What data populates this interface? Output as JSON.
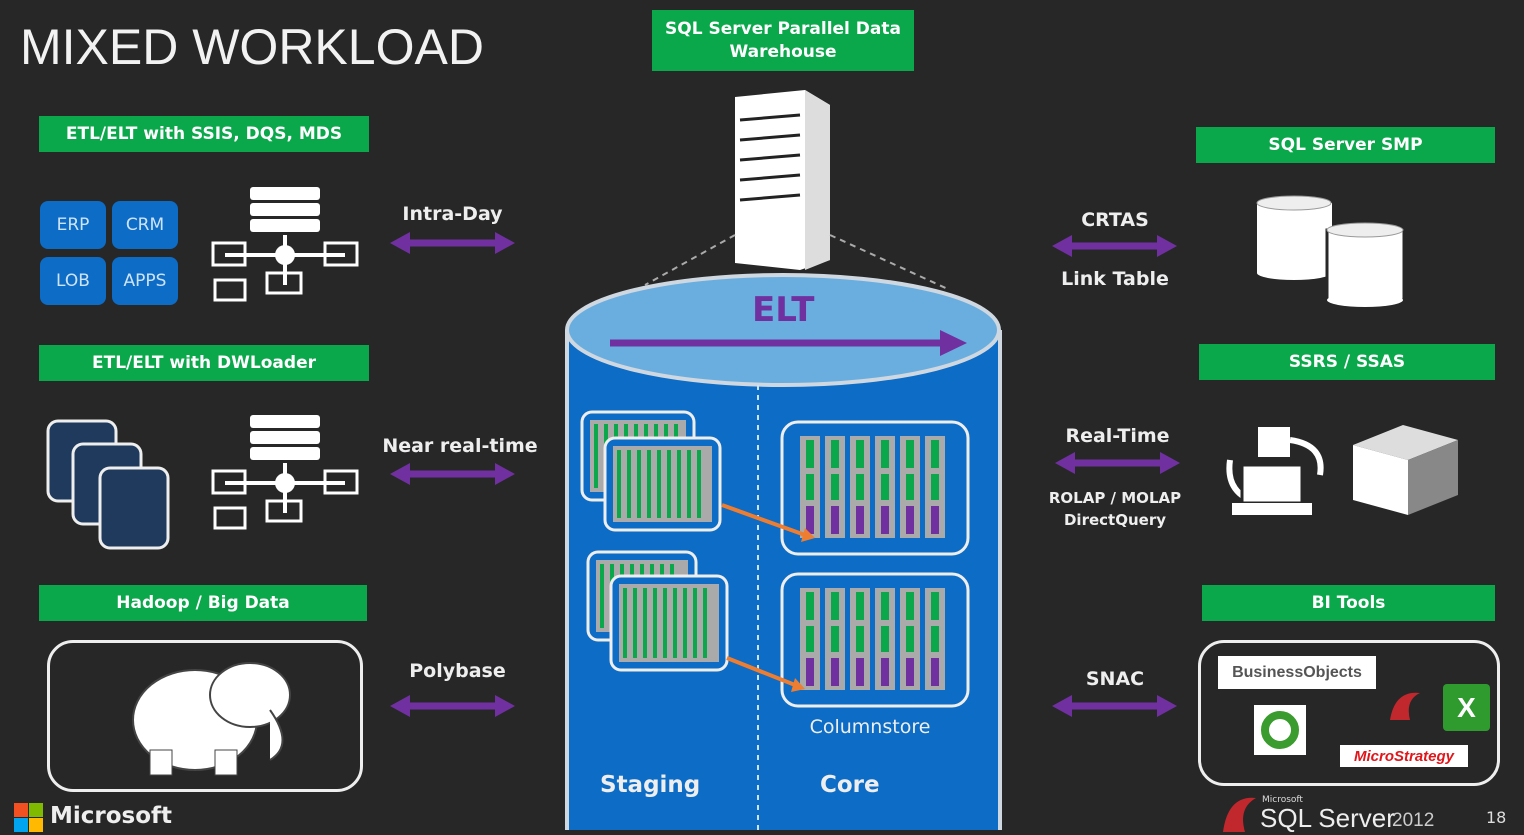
{
  "title": "MIXED WORKLOAD",
  "center": {
    "header": "SQL Server Parallel Data Warehouse",
    "elt": "ELT",
    "staging": "Staging",
    "core": "Core",
    "columnstore": "Columnstore"
  },
  "left": [
    {
      "header": "ETL/ELT with SSIS, DQS, MDS",
      "arrow": "Intra-Day",
      "sources": [
        "ERP",
        "CRM",
        "LOB",
        "APPS"
      ]
    },
    {
      "header": "ETL/ELT with DWLoader",
      "arrow": "Near real-time"
    },
    {
      "header": "Hadoop / Big Data",
      "arrow": "Polybase"
    }
  ],
  "right": [
    {
      "header": "SQL Server SMP",
      "arrow": "CRTAS",
      "sub": "Link Table"
    },
    {
      "header": "SSRS / SSAS",
      "arrow": "Real-Time",
      "sub1": "ROLAP / MOLAP",
      "sub2": "DirectQuery"
    },
    {
      "header": "BI Tools",
      "arrow": "SNAC",
      "logos": [
        "BusinessObjects",
        "MicroStrategy"
      ]
    }
  ],
  "footer": {
    "brand": "Microsoft",
    "product_small": "Microsoft",
    "product": "SQL Server",
    "version": "2012",
    "page": "18"
  },
  "colors": {
    "green": "#0aa84b",
    "purple": "#7030a0",
    "blue": "#0c6cc6",
    "orange": "#ed7d31"
  }
}
